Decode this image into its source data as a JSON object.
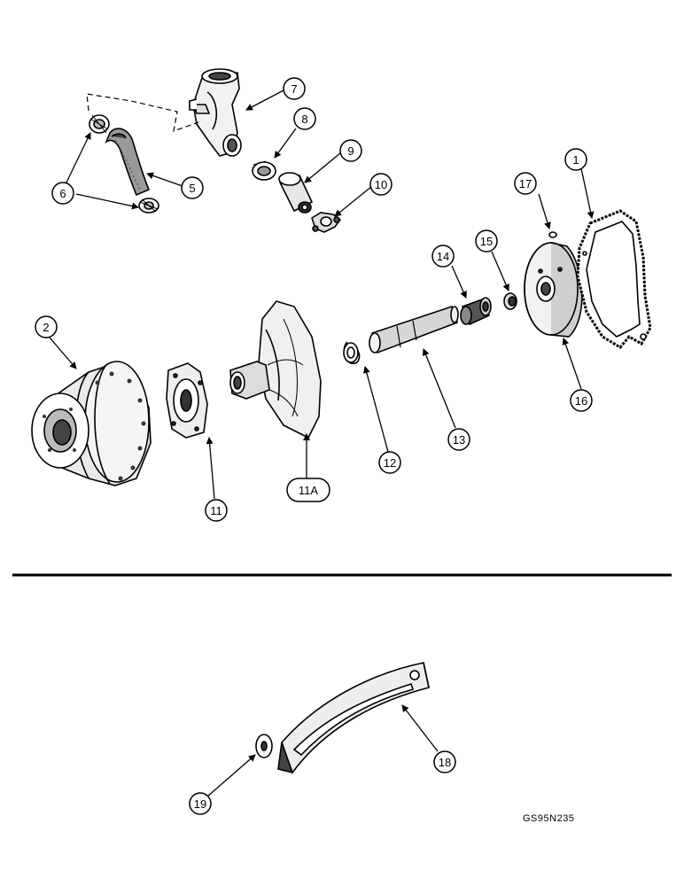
{
  "callouts": {
    "c1": "1",
    "c2": "2",
    "c5": "5",
    "c6": "6",
    "c7": "7",
    "c8": "8",
    "c9": "9",
    "c10": "10",
    "c11": "11",
    "c11a": "11A",
    "c12": "12",
    "c13": "13",
    "c14": "14",
    "c15": "15",
    "c16": "16",
    "c17": "17",
    "c18": "18",
    "c19": "19"
  },
  "drawing_code": "GS95N235"
}
